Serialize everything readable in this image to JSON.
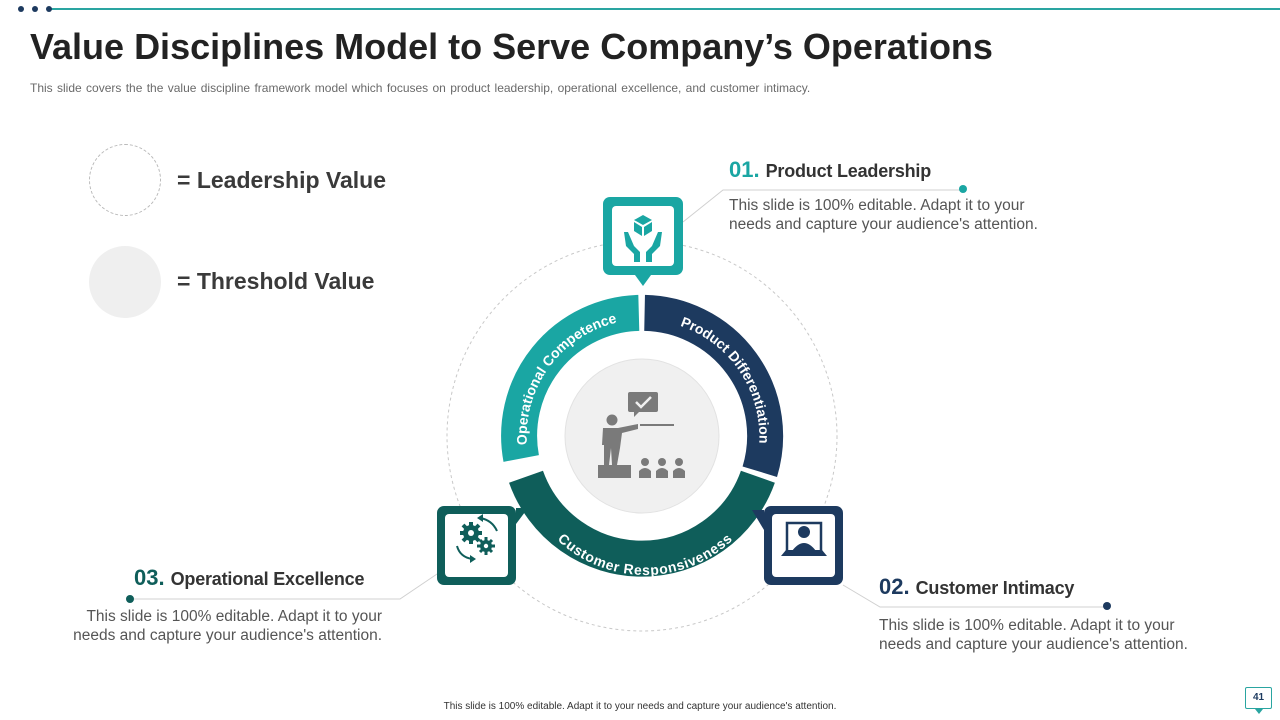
{
  "slide": {
    "title": "Value Disciplines Model to Serve Company’s Operations",
    "subtitle": "This slide covers the the value discipline framework  model which focuses on product leadership, operational  excellence, and customer intimacy.",
    "page_number": "41",
    "footer": "This slide is 100% editable.  Adapt it to your needs and capture your audience's attention."
  },
  "legend": {
    "leadership": "= Leadership Value",
    "threshold": "= Threshold Value"
  },
  "ring": {
    "segments": [
      "Operational Competence",
      "Product Differentiation",
      "Customer Responsiveness"
    ]
  },
  "items": [
    {
      "number": "01.",
      "title": "Product Leadership",
      "text": "This slide is 100% editable. Adapt it to your needs and capture your audience's attention."
    },
    {
      "number": "02.",
      "title": "Customer Intimacy",
      "text": "This slide is 100% editable. Adapt it to your needs and capture your audience's attention."
    },
    {
      "number": "03.",
      "title": "Operational Excellence",
      "text": "This slide is 100% editable. Adapt it to your needs and capture your audience's attention."
    }
  ],
  "icons": {
    "center": "presenter-audience-icon",
    "product": "hands-cube-icon",
    "customer": "user-frame-icon",
    "operational": "gears-cycle-icon"
  },
  "colors": {
    "teal": "#1aa6a3",
    "navy": "#1d3a5f",
    "dark_teal": "#0f5e5a",
    "gray_icon": "#7a7a7a",
    "center_fill": "#f0f0f0"
  }
}
